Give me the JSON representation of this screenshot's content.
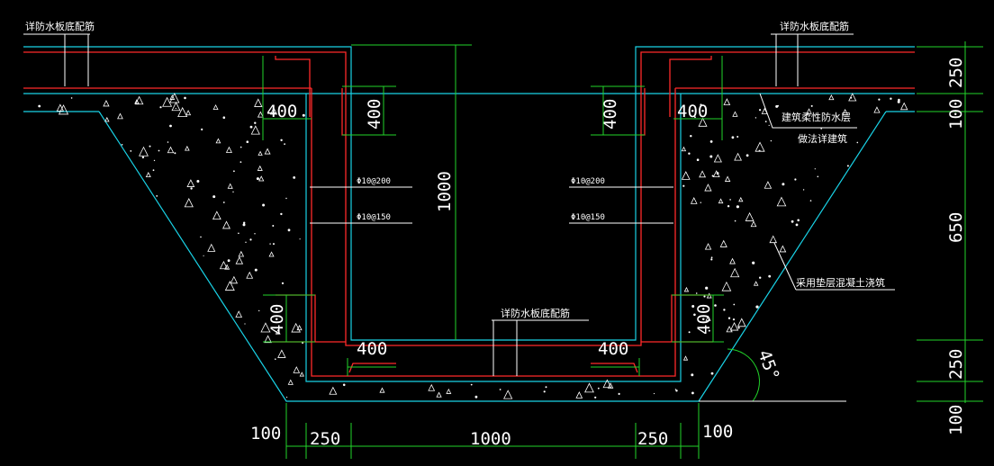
{
  "notes": {
    "top_left": "详防水板底配筋",
    "top_right": "详防水板底配筋",
    "bottom_center": "详防水板底配筋",
    "waterproof_line1": "建筑柔性防水层",
    "waterproof_line2": "做法详建筑",
    "concrete": "采用垫层混凝土浇筑"
  },
  "rebar": {
    "left_upper": "Φ10@200",
    "left_lower": "Φ10@150",
    "right_upper": "Φ10@200",
    "right_lower": "Φ10@150"
  },
  "dims": {
    "lap_top_left_h": "400",
    "lap_top_left_v": "400",
    "lap_top_right_h": "400",
    "lap_top_right_v": "400",
    "depth": "1000",
    "lap_bottom_left_v": "400",
    "lap_bottom_left_h": "400",
    "lap_bottom_right_v": "400",
    "lap_bottom_right_h": "400",
    "bottom_100_left": "100",
    "bottom_250_left": "250",
    "bottom_1000": "1000",
    "bottom_250_right": "250",
    "bottom_100_right": "100",
    "right_250_top": "250",
    "right_100": "100",
    "right_650": "650",
    "right_250_bottom": "250",
    "right_100_bottom": "100",
    "angle": "45°"
  },
  "colors": {
    "outline": "#19d2e6",
    "rebar": "#ff2a2a",
    "dimension": "#22d42a",
    "text": "#ffffff"
  }
}
